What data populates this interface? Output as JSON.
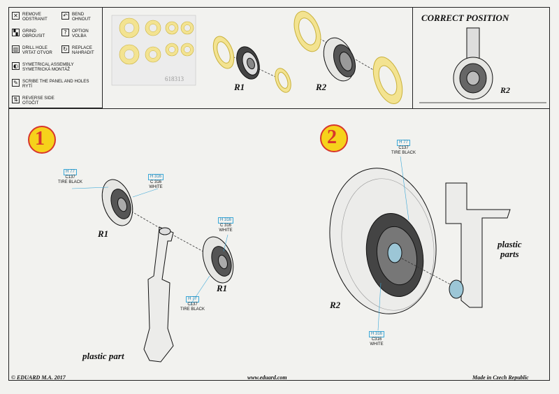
{
  "legend": {
    "remove": [
      "REMOVE",
      "ODSTRANIT"
    ],
    "bend": [
      "BEND",
      "OHNOUT"
    ],
    "grind": [
      "GRIND",
      "OBROUSIT"
    ],
    "option": [
      "OPTION",
      "VOLBA"
    ],
    "drill": [
      "DRILL HOLE",
      "VRTAT OTVOR"
    ],
    "replace": [
      "REPLACE",
      "NAHRADIT"
    ],
    "symmetrical": [
      "SYMETRICAL ASSEMBLY",
      "SYMETRICKÁ MONTÁŽ"
    ],
    "scribe": [
      "SCRIBE THE PANEL AND HOLES",
      "RYTÍ"
    ],
    "reverse": [
      "REVERSE SIDE",
      "OTOČIT"
    ]
  },
  "mask_sheet": {
    "code": "618313"
  },
  "top": {
    "label_r1": "R1",
    "label_r2": "R2",
    "correct_title": "CORRECT POSITION",
    "correct_label": "R2"
  },
  "step1": {
    "number": "1",
    "r1_left": "R1",
    "r1_right": "R1",
    "plastic": "plastic part",
    "callout_a": {
      "h": "H 77",
      "c": "C137",
      "name": "TIRE BLACK"
    },
    "callout_b": {
      "h": "H 316",
      "c": "C 316",
      "name": "WHITE"
    },
    "callout_c": {
      "h": "H 316",
      "c": "C 316",
      "name": "WHITE"
    },
    "callout_d": {
      "h": "H 77",
      "c": "C137",
      "name": "TIRE BLACK"
    }
  },
  "step2": {
    "number": "2",
    "r2": "R2",
    "plastic_1": "plastic",
    "plastic_2": "parts",
    "callout_top": {
      "h": "H 77",
      "c": "C137",
      "name": "TIRE BLACK"
    },
    "callout_bottom": {
      "h": "H 316",
      "c": "C316",
      "name": "WHITE"
    }
  },
  "footer": {
    "copyright": "© EDUARD  M.A. 2017",
    "website": "www.eduard.com",
    "made_in": "Made in Czech Republic"
  },
  "colors": {
    "mask_yellow": "#f3e391",
    "mask_outline": "#c9b13a",
    "number_red": "#d8362c",
    "number_yellow": "#f6d21b",
    "callout_blue": "#3aa8d8"
  }
}
